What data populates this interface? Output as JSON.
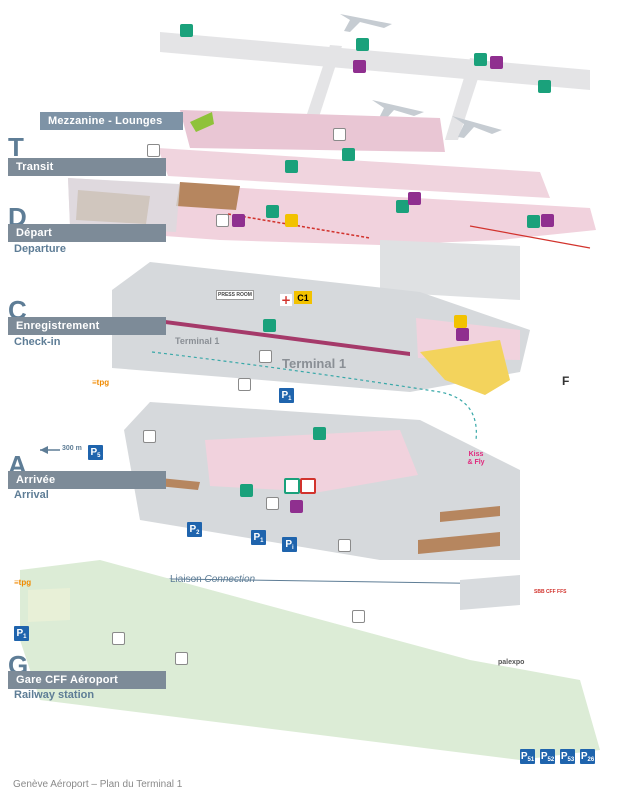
{
  "levels": [
    {
      "id": "mezzanine",
      "letter": "",
      "name": "Mezzanine - Lounges",
      "sub": ""
    },
    {
      "id": "transit",
      "letter": "T",
      "name": "Transit",
      "sub": ""
    },
    {
      "id": "depart",
      "letter": "D",
      "name": "Départ",
      "sub": "Departure"
    },
    {
      "id": "checkin",
      "letter": "C",
      "name": "Enregistrement",
      "sub": "Check-in"
    },
    {
      "id": "arrival",
      "letter": "A",
      "name": "Arrivée",
      "sub": "Arrival"
    },
    {
      "id": "gare",
      "letter": "G",
      "name": "Gare CFF Aéroport",
      "sub": "Railway station"
    }
  ],
  "labels": {
    "terminal_small": "Terminal 1",
    "terminal_big": "Terminal 1",
    "c1": "C1",
    "f": "F",
    "distance": "300 m",
    "liaison": "Liaison",
    "connection": "Connection",
    "tpg_1": "≡tpg",
    "tpg_2": "≡tpg",
    "kiss_fly": "Kiss & Fly",
    "sbb": "SBB CFF FFS",
    "palexpo": "palexpo",
    "press_room": "PRESS ROOM",
    "caption": "Genève Aéroport – Plan du Terminal 1"
  },
  "parking": {
    "p1": {
      "num": "1",
      "sub": ""
    },
    "p2": {
      "num": "2",
      "sub": ""
    },
    "p5": {
      "num": "5",
      "sub": ""
    },
    "p1b": {
      "num": "1",
      "sub": ""
    },
    "pinfo": {
      "num": "i",
      "sub": ""
    },
    "p1c": {
      "num": "1",
      "sub": ""
    },
    "p51": {
      "num": "51",
      "sub": ""
    },
    "p52": {
      "num": "52",
      "sub": ""
    },
    "p53": {
      "num": "53",
      "sub": ""
    },
    "p26": {
      "num": "26",
      "sub": ""
    }
  },
  "colors": {
    "departure_pink": "#f1d2dd",
    "checkin_grey": "#d6d9dc",
    "arrival_pink": "#f1d2dd",
    "railway_green": "#dcecd6",
    "label_bar": "#7d8b98",
    "highlight_yellow": "#f3d35c",
    "parking_blue": "#1f64ad",
    "defib_green": "#1aa17b",
    "wifi_purple": "#8f2f8f"
  }
}
